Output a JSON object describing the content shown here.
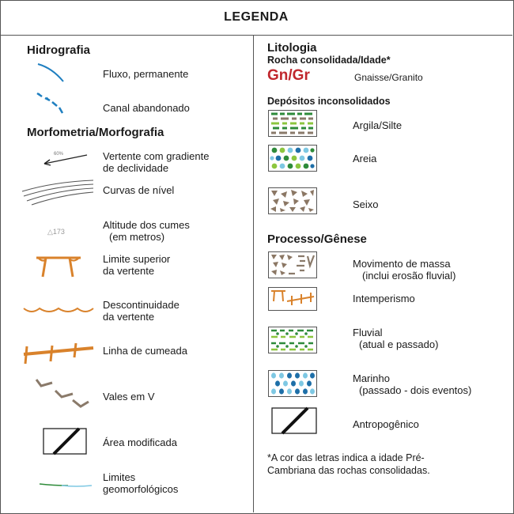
{
  "title": "LEGENDA",
  "left": {
    "hidrografia": {
      "heading": "Hidrografia",
      "items": [
        {
          "label": "Fluxo, permanente",
          "icon": "permanent-stream-icon"
        },
        {
          "label": "Canal abandonado",
          "icon": "abandoned-channel-icon"
        }
      ]
    },
    "morfometria": {
      "heading": "Morfometria/Morfografia",
      "items": [
        {
          "label": "Vertente com  gradiente",
          "label2": "de declividade",
          "icon": "slope-gradient-arrow-icon",
          "tag": "60%"
        },
        {
          "label": "Curvas de nível",
          "icon": "contour-lines-icon"
        },
        {
          "label": "Altitude dos cumes",
          "label2": "(em metros)",
          "icon": "summit-altitude-icon",
          "tag": "△173"
        },
        {
          "label": "Limite superior",
          "label2": "da vertente",
          "icon": "upper-slope-limit-icon"
        },
        {
          "label": "Descontinuidade",
          "label2": "da vertente",
          "icon": "slope-discontinuity-icon"
        },
        {
          "label": "Linha de cumeada",
          "icon": "ridge-line-icon"
        },
        {
          "label": "Vales em V",
          "icon": "v-valleys-icon"
        },
        {
          "label": "Área modificada",
          "icon": "modified-area-icon"
        },
        {
          "label": "Limites",
          "label2": "geomorfológicos",
          "icon": "geomorphological-limits-icon"
        }
      ]
    }
  },
  "right": {
    "litologia": {
      "heading": "Litologia",
      "subheading": "Rocha consolidada/Idade*",
      "rock_code": "Gn/Gr",
      "rock_label": "Gnaisse/Granito"
    },
    "depositos": {
      "heading": "Depósitos inconsolidados",
      "items": [
        {
          "label": "Argila/Silte",
          "icon": "clay-silt-pattern-icon"
        },
        {
          "label": "Areia",
          "icon": "sand-pattern-icon"
        },
        {
          "label": "Seixo",
          "icon": "pebble-pattern-icon"
        }
      ]
    },
    "processo": {
      "heading": "Processo/Gênese",
      "items": [
        {
          "label": "Movimento de massa",
          "label2": "(inclui erosão fluvial)",
          "icon": "mass-movement-pattern-icon"
        },
        {
          "label": "Intemperismo",
          "icon": "weathering-pattern-icon"
        },
        {
          "label": "Fluvial",
          "label2": "(atual e passado)",
          "icon": "fluvial-pattern-icon"
        },
        {
          "label": "Marinho",
          "label2": "(passado - dois eventos)",
          "icon": "marine-pattern-icon"
        },
        {
          "label": "Antropogênico",
          "icon": "anthropogenic-pattern-icon"
        }
      ]
    },
    "footnote": {
      "line1": "*A cor das letras indica a idade Pré-",
      "line2": "Cambriana das rochas consolidadas."
    }
  },
  "colors": {
    "water": "#1f7fc0",
    "orange": "#d9822b",
    "brown": "#8a7a6a",
    "gngr_red": "#c0272d",
    "green_dark": "#2e8b3a",
    "green_light": "#8cc63f",
    "blue_light": "#7ec8e3",
    "blue_dark": "#1e6fa8",
    "pebble": "#8b7764"
  }
}
